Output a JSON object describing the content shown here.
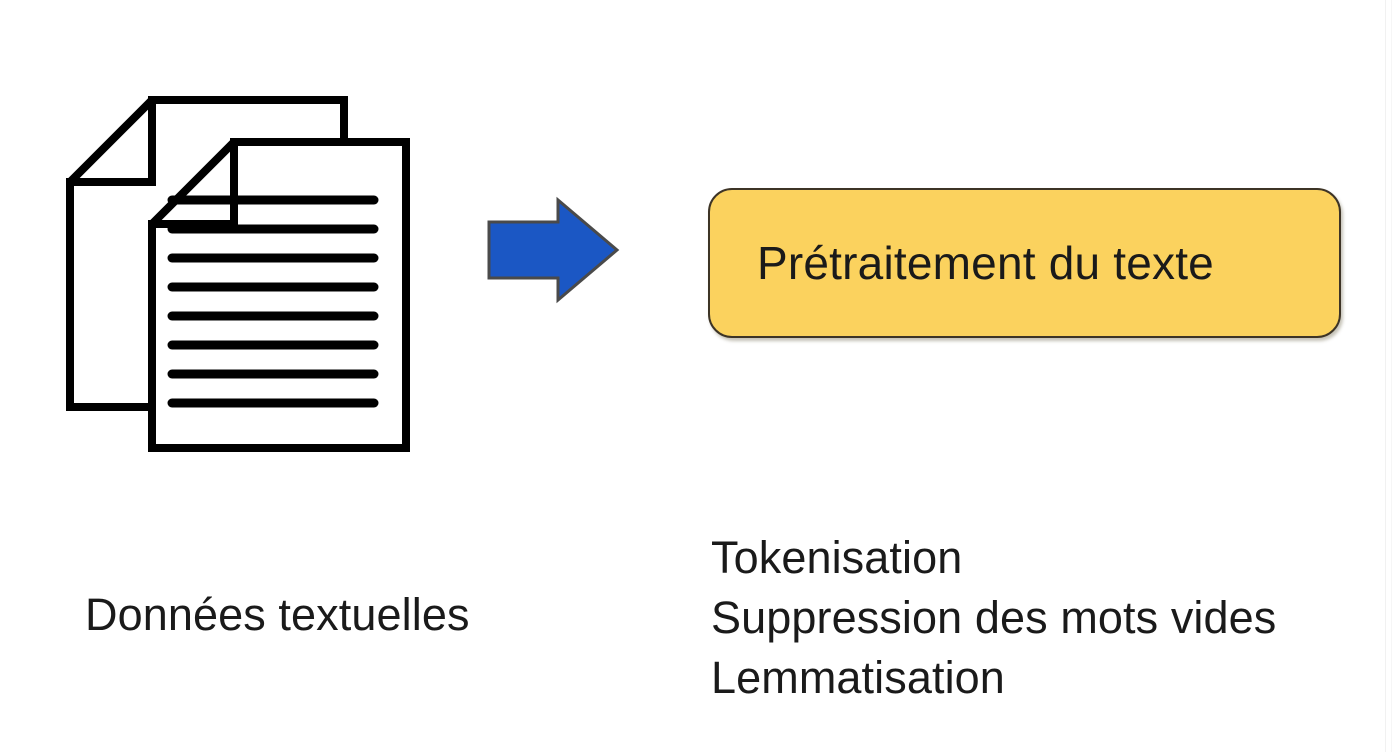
{
  "diagram": {
    "background_color": "#ffffff",
    "source": {
      "icon": "stacked-documents-icon",
      "caption": "Données textuelles",
      "document_line_count": 8,
      "stroke_color": "#000000"
    },
    "connector": {
      "icon": "right-arrow-icon",
      "fill_color": "#1B57C4",
      "outline_color": "#3f3f3f",
      "direction": "right"
    },
    "process": {
      "label": "Prétraitement du texte",
      "fill_color": "#FBD25E",
      "border_color": "#3d3426",
      "text_color": "#1a1a1a",
      "shape": "rounded-rectangle"
    },
    "steps": [
      {
        "label": "Tokenisation"
      },
      {
        "label": "Suppression des mots vides"
      },
      {
        "label": "Lemmatisation"
      }
    ]
  }
}
